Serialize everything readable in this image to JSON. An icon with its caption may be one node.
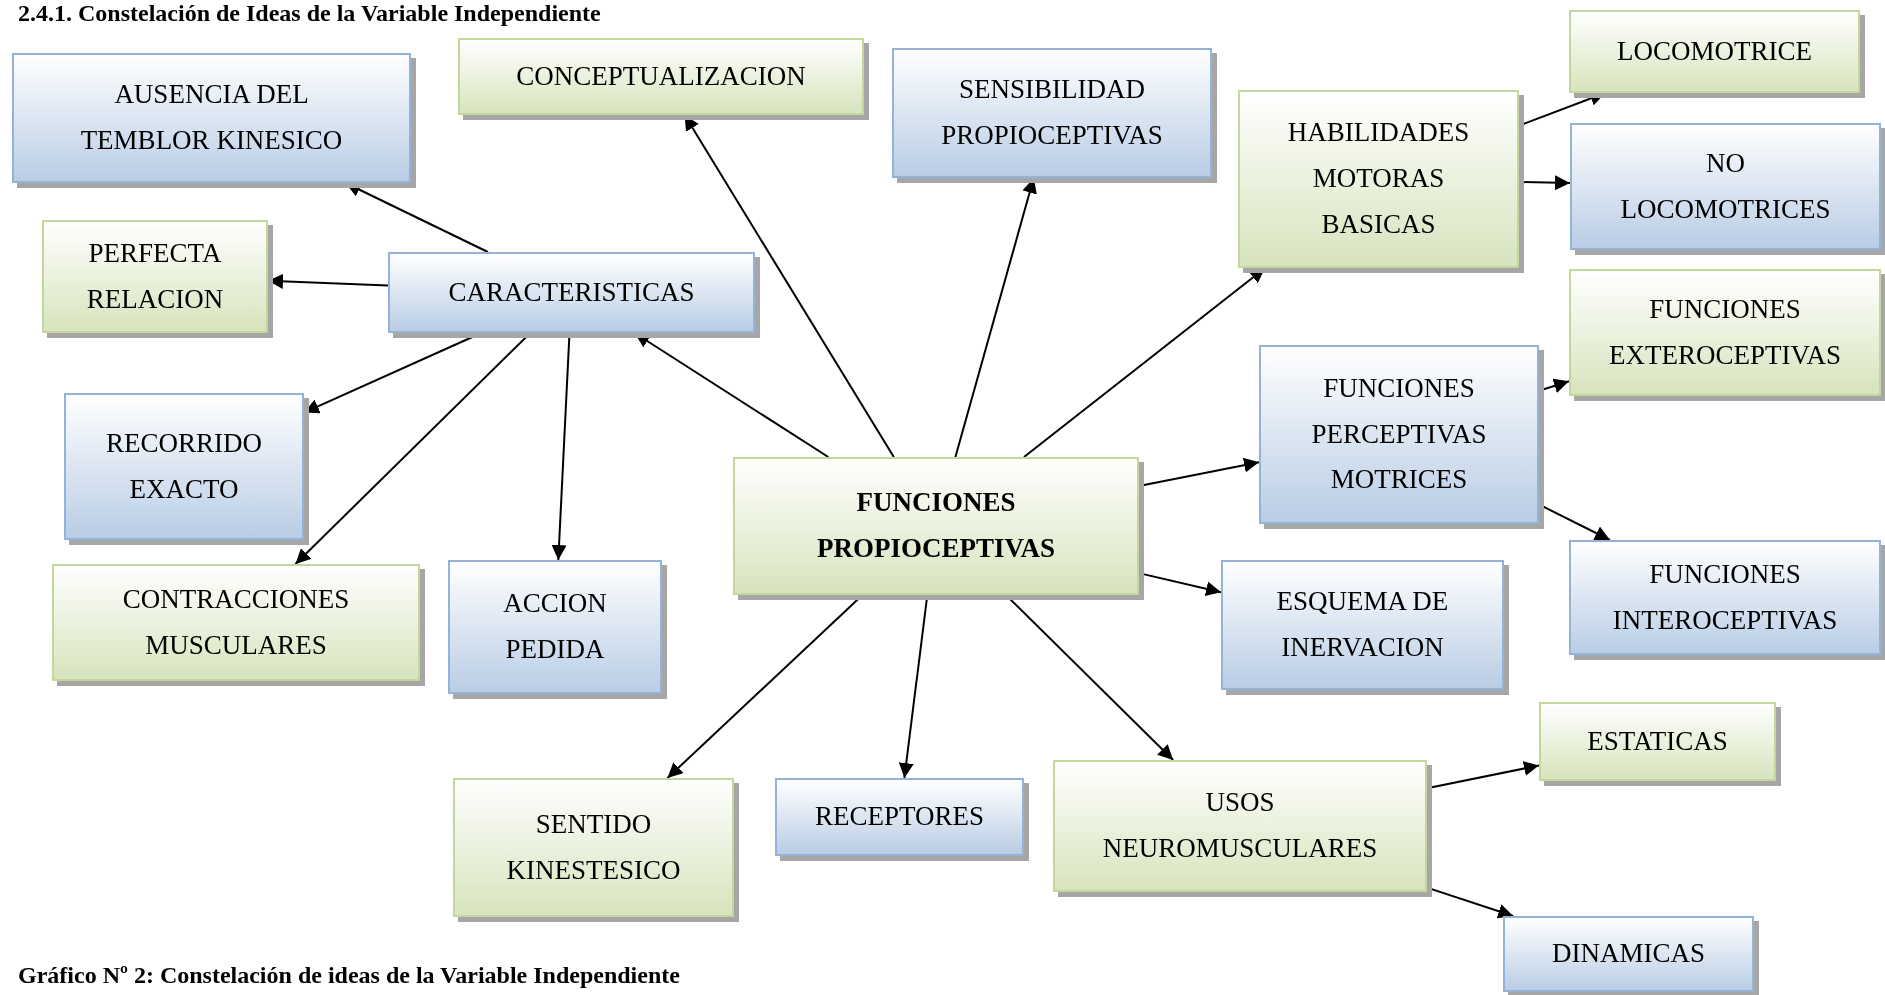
{
  "diagram": {
    "title": "2.4.1. Constelación de Ideas de la Variable Independiente",
    "caption": "Gráfico Nº 2: Constelación de ideas de la Variable Independiente",
    "nodes": [
      {
        "text": [
          "FUNCIONES PROPIOCEPTIVAS"
        ]
      },
      {
        "text": [
          "CARACTERISTICAS"
        ]
      },
      {
        "text": [
          "AUSENCIA DEL TEMBLOR KINESICO"
        ]
      },
      {
        "text": [
          "CONCEPTUALIZACION"
        ]
      },
      {
        "text": [
          "SENSIBILIDAD PROPIOCEPTIVAS"
        ]
      },
      {
        "text": [
          "HABILIDADES MOTORAS BASICAS"
        ]
      },
      {
        "text": [
          "LOCOMOTRICE"
        ]
      },
      {
        "text": [
          "NO LOCOMOTRICES"
        ]
      },
      {
        "text": [
          "PERFECTA RELACION"
        ]
      },
      {
        "text": [
          "RECORRIDO EXACTO"
        ]
      },
      {
        "text": [
          "CONTRACCIONES MUSCULARES"
        ]
      },
      {
        "text": [
          "ACCION PEDIDA"
        ]
      },
      {
        "text": [
          "FUNCIONES PERCEPTIVAS MOTRICES"
        ]
      },
      {
        "text": [
          "FUNCIONES EXTEROCEPTIVAS"
        ]
      },
      {
        "text": [
          "FUNCIONES INTEROCEPTIVAS"
        ]
      },
      {
        "text": [
          "ESQUEMA DE INERVACION"
        ]
      },
      {
        "text": [
          "SENTIDO KINESTESICO"
        ]
      },
      {
        "text": [
          "RECEPTORES"
        ]
      },
      {
        "text": [
          "USOS NEUROMUSCULARES"
        ]
      },
      {
        "text": [
          "ESTATICAS"
        ]
      },
      {
        "text": [
          "DINAMICAS"
        ]
      }
    ],
    "edges": [
      {
        "from": 0,
        "to": 1,
        "arrow": "to"
      },
      {
        "from": 1,
        "to": 2,
        "arrow": "to"
      },
      {
        "from": 1,
        "to": 8,
        "arrow": "to"
      },
      {
        "from": 1,
        "to": 9,
        "arrow": "to"
      },
      {
        "from": 1,
        "to": 10,
        "arrow": "to"
      },
      {
        "from": 1,
        "to": 11,
        "arrow": "to"
      },
      {
        "from": 0,
        "to": 3,
        "arrow": "to"
      },
      {
        "from": 0,
        "to": 4,
        "arrow": "to"
      },
      {
        "from": 0,
        "to": 5,
        "arrow": "to"
      },
      {
        "from": 5,
        "to": 6,
        "arrow": "to"
      },
      {
        "from": 5,
        "to": 7,
        "arrow": "to"
      },
      {
        "from": 0,
        "to": 12,
        "arrow": "to"
      },
      {
        "from": 12,
        "to": 13,
        "arrow": "to"
      },
      {
        "from": 12,
        "to": 14,
        "arrow": "to"
      },
      {
        "from": 0,
        "to": 15,
        "arrow": "to"
      },
      {
        "from": 0,
        "to": 16,
        "arrow": "to"
      },
      {
        "from": 0,
        "to": 17,
        "arrow": "to"
      },
      {
        "from": 0,
        "to": 18,
        "arrow": "to"
      },
      {
        "from": 18,
        "to": 19,
        "arrow": "to"
      },
      {
        "from": 18,
        "to": 20,
        "arrow": "to"
      }
    ]
  }
}
